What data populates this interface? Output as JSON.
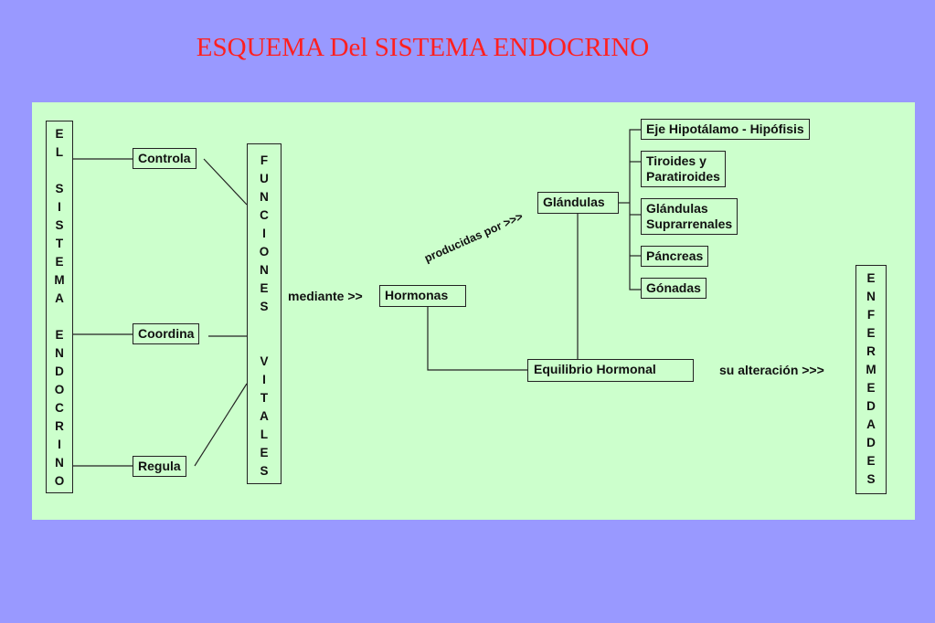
{
  "title": "ESQUEMA Del SISTEMA ENDOCRINO",
  "diagram": {
    "left_column": [
      "E",
      "L",
      "",
      "S",
      "I",
      "S",
      "T",
      "E",
      "M",
      "A",
      "",
      "E",
      "N",
      "D",
      "O",
      "C",
      "R",
      "I",
      "N",
      "O"
    ],
    "functions": [
      "Controla",
      "Coordina",
      "Regula"
    ],
    "vital_column": [
      "F",
      "U",
      "N",
      "C",
      "I",
      "O",
      "N",
      "E",
      "S",
      "",
      "",
      "V",
      "I",
      "T",
      "A",
      "L",
      "E",
      "S"
    ],
    "mediante_label": "mediante >>",
    "hormonas": "Hormonas",
    "producidas_label": "producidas por >>>",
    "glandulas": "Glándulas",
    "gland_list": [
      [
        "Eje Hipotálamo - Hipófisis"
      ],
      [
        "Tiroides y",
        "Paratiroides"
      ],
      [
        "Glándulas",
        "Suprarrenales"
      ],
      [
        "Páncreas"
      ],
      [
        "Gónadas"
      ]
    ],
    "equilibrio": "Equilibrio Hormonal",
    "alteracion_label": "su alteración >>>",
    "enfermedades_column": [
      "E",
      "N",
      "F",
      "E",
      "R",
      "M",
      "E",
      "D",
      "A",
      "D",
      "E",
      "S"
    ]
  }
}
